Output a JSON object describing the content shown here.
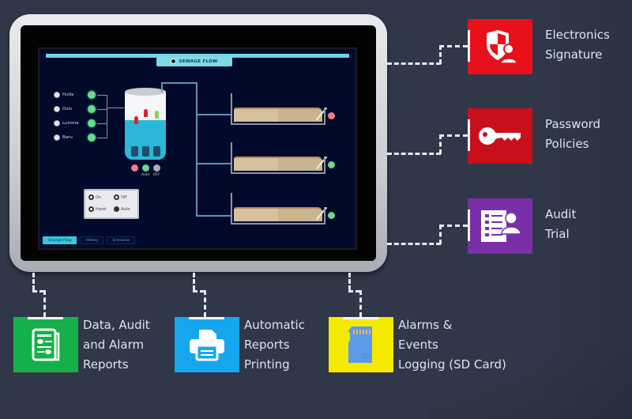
{
  "hmi": {
    "title": "Sewage Flow",
    "valves": [
      {
        "label": "Hutle",
        "state": "on"
      },
      {
        "label": "Oxis",
        "state": "on"
      },
      {
        "label": "Lumma",
        "state": "on"
      },
      {
        "label": "Baru",
        "state": "on"
      }
    ],
    "pump_status": [
      {
        "label": "",
        "color": "#f07c84"
      },
      {
        "label": "Auto",
        "color": "#6bd88a"
      },
      {
        "label": "OFF",
        "color": "#a8abb3"
      }
    ],
    "control_box": {
      "options": [
        {
          "label": "On",
          "selected": false
        },
        {
          "label": "Off",
          "selected": false
        },
        {
          "label": "Hand",
          "selected": false
        },
        {
          "label": "Auto",
          "selected": true
        }
      ]
    },
    "basins": [
      {
        "status": "alarm",
        "color": "#f07c84"
      },
      {
        "status": "ok",
        "color": "#6bd88a"
      },
      {
        "status": "ok",
        "color": "#6bd88a"
      }
    ],
    "tabs": [
      {
        "label": "Sewage Flow",
        "active": true
      },
      {
        "label": "History",
        "active": false
      },
      {
        "label": "Scenarios",
        "active": false
      }
    ]
  },
  "features": {
    "right": [
      {
        "line1": "Electronics",
        "line2": "Signature",
        "icon": "shield-user-icon",
        "color": "#e8101a"
      },
      {
        "line1": "Password",
        "line2": "Policies",
        "icon": "key-icon",
        "color": "#c9101a"
      },
      {
        "line1": "Audit",
        "line2": "Trial",
        "icon": "audit-list-user-icon",
        "color": "#7a2fa8"
      }
    ],
    "bottom": [
      {
        "lines": [
          "Data, Audit",
          "and Alarm",
          "Reports"
        ],
        "icon": "report-document-icon",
        "color": "#16b04a"
      },
      {
        "lines": [
          "Automatic",
          "Reports",
          "Printing"
        ],
        "icon": "printer-icon",
        "color": "#16a6ee"
      },
      {
        "lines": [
          "Alarms &",
          "Events",
          "Logging (SD Card)"
        ],
        "icon": "sd-card-icon",
        "color": "#f4ea00"
      }
    ]
  }
}
